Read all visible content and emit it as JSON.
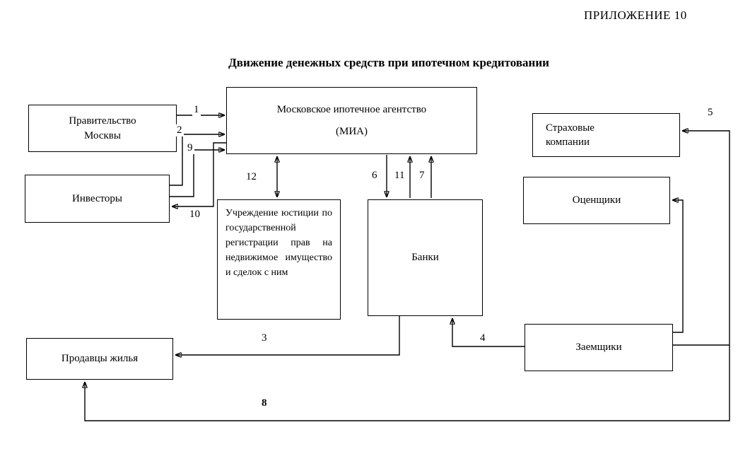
{
  "page": {
    "appendix": "ПРИЛОЖЕНИЕ 10",
    "title": "Движение денежных средств при ипотечном кредитовании"
  },
  "boxes": {
    "government": "Правительство Москвы",
    "mia_line1": "Московское ипотечное агентство",
    "mia_line2": "(МИА)",
    "insurance": "Страховые компании",
    "investors": "Инвесторы",
    "appraisers": "Оценщики",
    "justice": "Учреждение юстиции по государственной регистрации прав на недвижимое имущество и сделок с ним",
    "banks": "Банки",
    "sellers": "Продавцы жилья",
    "borrowers": "Заемщики"
  },
  "flows": {
    "n1": "1",
    "n2": "2",
    "n3": "3",
    "n4": "4",
    "n5": "5",
    "n6": "6",
    "n7": "7",
    "n8": "8",
    "n9": "9",
    "n10": "10",
    "n11": "11",
    "n12": "12"
  },
  "edges": [
    {
      "n": "1",
      "from": "Правительство Москвы",
      "to": "Московское ипотечное агентство (МИА)"
    },
    {
      "n": "2",
      "from": "Инвесторы",
      "to": "Московское ипотечное агентство (МИА)"
    },
    {
      "n": "3",
      "from": "Банки",
      "to": "Продавцы жилья"
    },
    {
      "n": "4",
      "from": "Заемщики",
      "to": "Банки"
    },
    {
      "n": "5",
      "from": "Заемщики",
      "to": "Страховые компании"
    },
    {
      "n": "6",
      "from": "Московское ипотечное агентство (МИА)",
      "to": "Банки"
    },
    {
      "n": "7",
      "from": "Банки",
      "to": "Московское ипотечное агентство (МИА)"
    },
    {
      "n": "8",
      "from": "Заемщики",
      "to": "Продавцы жилья"
    },
    {
      "n": "9",
      "from": "Инвесторы",
      "to": "Московское ипотечное агентство (МИА)"
    },
    {
      "n": "10",
      "from": "Московское ипотечное агентство (МИА)",
      "to": "Инвесторы"
    },
    {
      "n": "11",
      "from": "Банки",
      "to": "Московское ипотечное агентство (МИА)"
    },
    {
      "n": "12",
      "from": "Московское ипотечное агентство (МИА)",
      "to": "Учреждение юстиции",
      "bidirectional": true
    },
    {
      "n": "",
      "from": "Заемщики",
      "to": "Оценщики"
    }
  ],
  "colors": {
    "line": "#000000",
    "background": "#ffffff",
    "text": "#000000"
  }
}
